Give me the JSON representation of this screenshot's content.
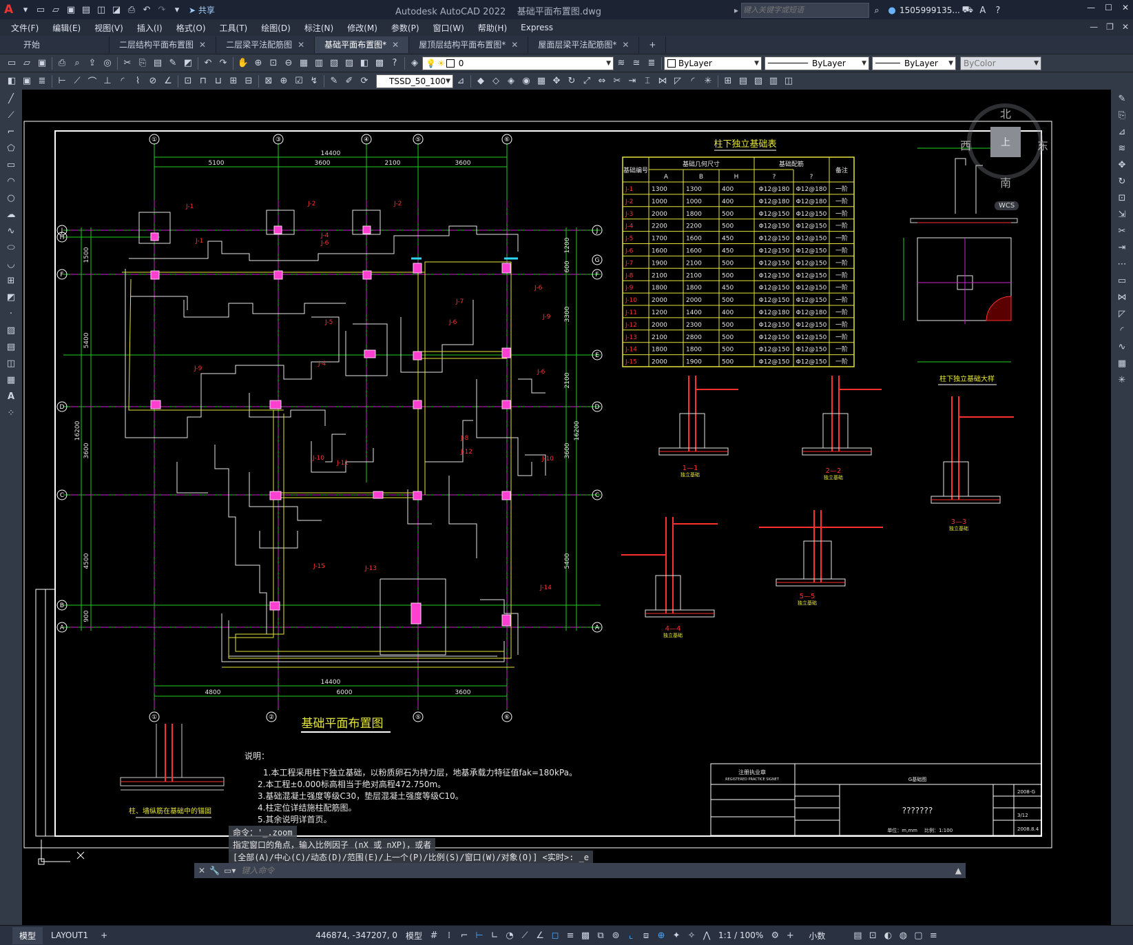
{
  "titlebar": {
    "app_logo": "A",
    "share_label": "共享",
    "title": "Autodesk AutoCAD 2022    基础平面布置图.dwg",
    "search_placeholder": "键入关键字或短语",
    "user": "1505999135...",
    "min": "—",
    "max": "☐",
    "close": "✕"
  },
  "menu": [
    "文件(F)",
    "编辑(E)",
    "视图(V)",
    "插入(I)",
    "格式(O)",
    "工具(T)",
    "绘图(D)",
    "标注(N)",
    "修改(M)",
    "参数(P)",
    "窗口(W)",
    "帮助(H)",
    "Express"
  ],
  "tabs": [
    {
      "label": "开始",
      "closable": false,
      "active": false
    },
    {
      "label": "二层结构平面布置图",
      "closable": true,
      "active": false
    },
    {
      "label": "二层梁平法配筋图",
      "closable": true,
      "active": false
    },
    {
      "label": "基础平面布置图*",
      "closable": true,
      "active": true
    },
    {
      "label": "屋顶层结构平面布置图*",
      "closable": true,
      "active": false
    },
    {
      "label": "屋面层梁平法配筋图*",
      "closable": true,
      "active": false
    }
  ],
  "toolbar1": {
    "layer_value": "0",
    "color_value": "ByLayer",
    "linetype_value": "ByLayer",
    "lineweight_value": "ByLayer",
    "plotstyle_value": "ByColor"
  },
  "toolbar2": {
    "dimstyle_value": "TSSD_50_100"
  },
  "viewcube": {
    "north": "北",
    "south": "南",
    "west": "西",
    "east": "东",
    "top": "上",
    "wcs": "WCS"
  },
  "drawing": {
    "main_title": "基础平面布置图",
    "table_title": "柱下独立基础表",
    "table_headers": [
      "基础编号",
      "基础几何尺寸",
      "基础配筋",
      "备注"
    ],
    "table_subheaders": [
      "A",
      "B",
      "H",
      "?",
      "?"
    ],
    "table_rows": [
      [
        "J-1",
        "1300",
        "1300",
        "400",
        "Φ12@180",
        "Φ12@180",
        "一阶"
      ],
      [
        "J-2",
        "1000",
        "1000",
        "400",
        "Φ12@180",
        "Φ12@180",
        "一阶"
      ],
      [
        "J-3",
        "2000",
        "1800",
        "500",
        "Φ12@150",
        "Φ12@150",
        "一阶"
      ],
      [
        "J-4",
        "2200",
        "2200",
        "500",
        "Φ12@150",
        "Φ12@150",
        "一阶"
      ],
      [
        "J-5",
        "1700",
        "1600",
        "450",
        "Φ12@150",
        "Φ12@150",
        "一阶"
      ],
      [
        "J-6",
        "1600",
        "1600",
        "450",
        "Φ12@150",
        "Φ12@150",
        "一阶"
      ],
      [
        "J-7",
        "1900",
        "2100",
        "500",
        "Φ12@150",
        "Φ12@150",
        "一阶"
      ],
      [
        "J-8",
        "2100",
        "2100",
        "500",
        "Φ12@150",
        "Φ12@150",
        "一阶"
      ],
      [
        "J-9",
        "1800",
        "1800",
        "450",
        "Φ12@150",
        "Φ12@150",
        "一阶"
      ],
      [
        "J-10",
        "2000",
        "2000",
        "500",
        "Φ12@150",
        "Φ12@150",
        "一阶"
      ],
      [
        "J-11",
        "1200",
        "1400",
        "400",
        "Φ12@180",
        "Φ12@180",
        "一阶"
      ],
      [
        "J-12",
        "2000",
        "2300",
        "500",
        "Φ12@150",
        "Φ12@150",
        "一阶"
      ],
      [
        "J-13",
        "2100",
        "2800",
        "500",
        "Φ12@150",
        "Φ12@150",
        "一阶"
      ],
      [
        "J-14",
        "1800",
        "1800",
        "500",
        "Φ12@150",
        "Φ12@150",
        "一阶"
      ],
      [
        "J-15",
        "2000",
        "1900",
        "500",
        "Φ12@150",
        "Φ12@150",
        "一阶"
      ]
    ],
    "detail_title": "柱下独立基础大样",
    "anchor_title": "柱、墙纵筋在基础中的锚固",
    "notes_title": "说明：",
    "notes": [
      "1.本工程采用柱下独立基础，以粉质卵石为持力层，地基承载力特征值fak=180kPa。",
      "2.本工程±0.000标高相当于绝对高程472.750m。",
      "3.基础混凝土强度等级C30，垫层混凝土强度等级C10。",
      "4.柱定位详结施柱配筋图。",
      "5.其余说明详首页。"
    ],
    "grid_top": [
      "①",
      "③",
      "④",
      "⑤",
      "⑥"
    ],
    "grid_bottom": [
      "①",
      "②",
      "⑤",
      "⑥"
    ],
    "grid_left": [
      "J",
      "H",
      "F",
      "D",
      "C",
      "B",
      "A"
    ],
    "grid_right": [
      "J",
      "G",
      "F",
      "E",
      "D",
      "C",
      "A"
    ],
    "dims_top_total": "14400",
    "dims_top": [
      "5100",
      "3600",
      "2100",
      "3600"
    ],
    "dims_bottom_total": "14400",
    "dims_bottom": [
      "4800",
      "6000",
      "3600"
    ],
    "dims_left": [
      "1500",
      "5400",
      "3600",
      "4500",
      "900"
    ],
    "dims_left_total": "16200",
    "dims_right": [
      "1200",
      "600",
      "3300",
      "2100",
      "3600",
      "5400"
    ],
    "dims_right_total": "16200",
    "foundation_labels": [
      "J-1",
      "J-2",
      "J-2",
      "J-1",
      "J-4",
      "J-6",
      "J-7",
      "J-6",
      "J-5",
      "J-6",
      "J-9",
      "J-9",
      "J-4",
      "J-6",
      "J-8",
      "J-12",
      "J-10",
      "J-11",
      "J-10",
      "J-13",
      "J-15",
      "J-14"
    ],
    "section_labels": [
      "1—1",
      "2—2",
      "3—3",
      "4—4",
      "5—5"
    ],
    "section_sub": [
      "独立基础",
      "独立基础",
      "独立基础",
      "独立基础",
      "独立基础"
    ],
    "titleblock": {
      "stamp": "注册执业章",
      "stamp_en": "REGISTERED PRACTICE SIGNET",
      "drawing_name": "???????",
      "drawing_no": "G基础图",
      "number": "2008-G",
      "unit": "单位：m,mm",
      "scale": "比例：1:100",
      "sheet": "3/12",
      "date": "2008.8.4"
    }
  },
  "command": {
    "history": [
      "命令：'_.zoom",
      "指定窗口的角点，输入比例因子 (nX 或 nXP)，或者",
      "[全部(A)/中心(C)/动态(D)/范围(E)/上一个(P)/比例(S)/窗口(W)/对象(O)] <实时>: _e"
    ],
    "placeholder": "键入命令"
  },
  "status": {
    "model_tab": "模型",
    "layout_tab": "LAYOUT1",
    "coords": "446874, -347207, 0",
    "model_btn": "模型",
    "scale": "1:1 / 100%",
    "units": "小数"
  }
}
